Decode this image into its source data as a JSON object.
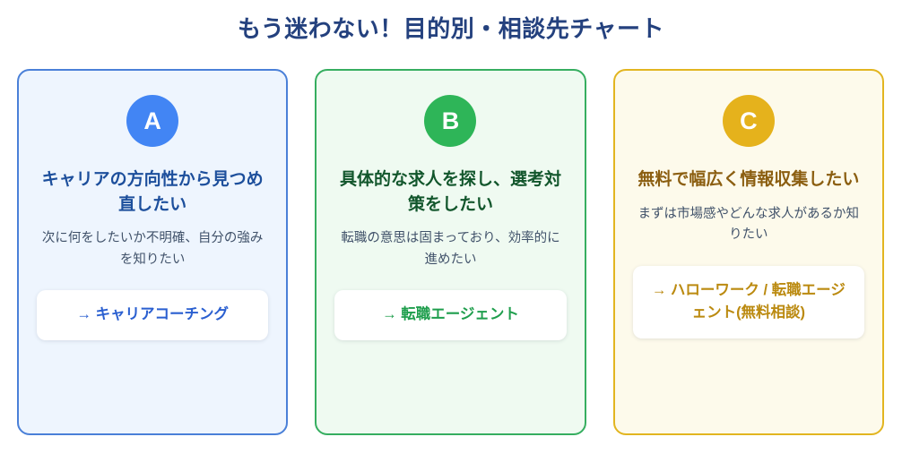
{
  "header": {
    "title": "もう迷わない！目的別・相談先チャート",
    "title_color": "#24417e"
  },
  "cards": [
    {
      "badge": "A",
      "badge_color": "#4285f4",
      "border_color": "#4a80d8",
      "background_color": "#eef5fe",
      "heading": "キャリアの方向性から見つめ直したい",
      "heading_color": "#1d4f9c",
      "description": "次に何をしたいか不明確、自分の強みを知りたい",
      "cta_label": "→ キャリアコーチング",
      "cta_color": "#2a5fd0"
    },
    {
      "badge": "B",
      "badge_color": "#2eb558",
      "border_color": "#36ae60",
      "background_color": "#effaf1",
      "heading": "具体的な求人を探し、選考対策をしたい",
      "heading_color": "#12562c",
      "description": "転職の意思は固まっており、効率的に進めたい",
      "cta_label": "→ 転職エージェント",
      "cta_color": "#1f9e4d"
    },
    {
      "badge": "C",
      "badge_color": "#e5b21c",
      "border_color": "#e2b520",
      "background_color": "#fdfaeb",
      "heading": "無料で幅広く情報収集したい",
      "heading_color": "#8b5e10",
      "description": "まずは市場感やどんな求人があるか知りたい",
      "cta_label": "→ ハローワーク / 転職エージェント(無料相談)",
      "cta_color": "#bb8a10"
    }
  ]
}
